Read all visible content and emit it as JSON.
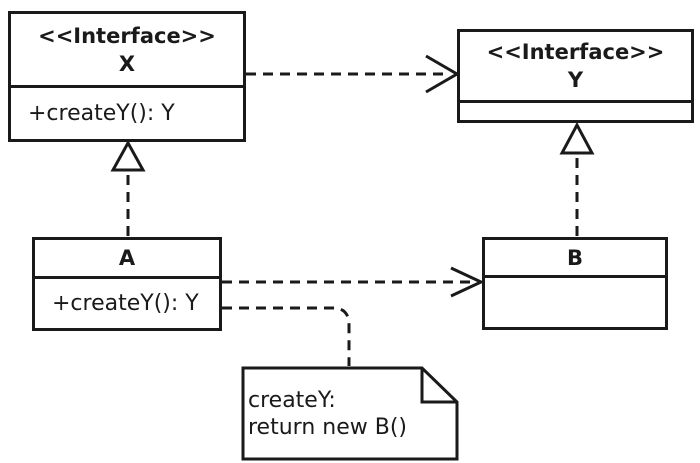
{
  "diagram": {
    "type": "uml-class-diagram",
    "classes": {
      "x": {
        "stereotype": "<<Interface>>",
        "name": "X",
        "method": "+createY(): Y"
      },
      "y": {
        "stereotype": "<<Interface>>",
        "name": "Y"
      },
      "a": {
        "name": "A",
        "method": "+createY(): Y"
      },
      "b": {
        "name": "B"
      }
    },
    "note": {
      "lines": [
        "createY:",
        "return new B()"
      ]
    },
    "relationships": [
      {
        "from": "X",
        "to": "Y",
        "type": "dependency",
        "style": "dashed-open-arrow"
      },
      {
        "from": "A",
        "to": "X",
        "type": "realization",
        "style": "dashed-hollow-triangle"
      },
      {
        "from": "B",
        "to": "Y",
        "type": "realization",
        "style": "dashed-hollow-triangle"
      },
      {
        "from": "A",
        "to": "B",
        "type": "dependency",
        "style": "dashed-open-arrow"
      },
      {
        "from": "A.createY",
        "to": "note",
        "type": "note-anchor",
        "style": "dashed"
      }
    ],
    "colors": {
      "line": "#1a1a1a",
      "background": "#ffffff"
    }
  }
}
